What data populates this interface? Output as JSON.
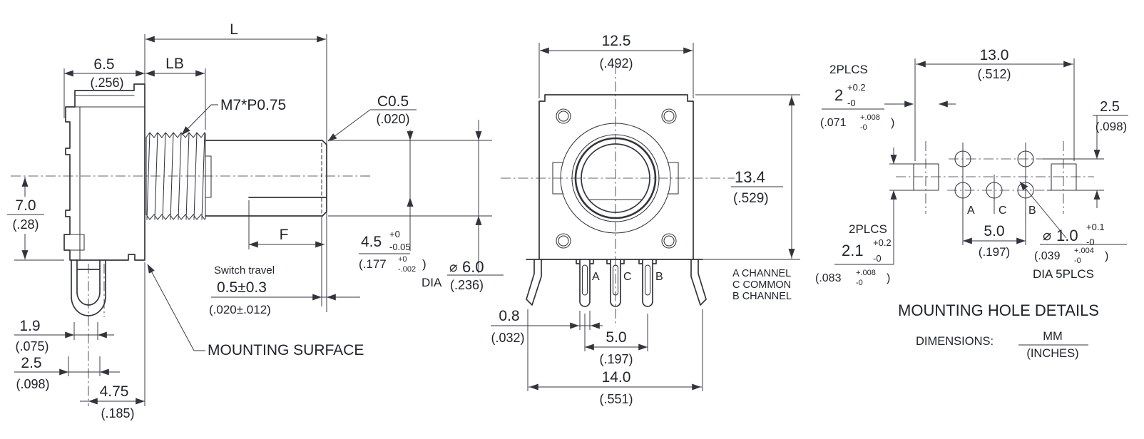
{
  "meta": {
    "background": "#ffffff",
    "line_color": "#32353c",
    "text_color": "#20242c"
  },
  "side": {
    "d65": {
      "mm": "6.5",
      "in": "(.256)"
    },
    "L": "L",
    "LB": "LB",
    "thread": "M7*P0.75",
    "c05": {
      "mm": "C0.5",
      "in": "(.020)"
    },
    "d70": {
      "mm": "7.0",
      "in": "(.28)"
    },
    "F": "F",
    "d45": {
      "mm": "4.5",
      "sup": "+0",
      "sub": "-0.05",
      "inch": "(.177",
      "isup": "+0",
      "isub": "-.002",
      "iclose": ")"
    },
    "dia6": {
      "prefix": "DIA",
      "sym": "⌀",
      "mm": "6.0",
      "in": "(.236)"
    },
    "travel": {
      "label": "Switch travel",
      "mm": "0.5±0.3",
      "in": "(.020±.012)"
    },
    "d19": {
      "mm": "1.9",
      "in": "(.075)"
    },
    "d25": {
      "mm": "2.5",
      "in": "(.098)"
    },
    "d475": {
      "mm": "4.75",
      "in": "(.185)"
    },
    "mount": "MOUNTING SURFACE"
  },
  "front": {
    "d125": {
      "mm": "12.5",
      "in": "(.492)"
    },
    "d134": {
      "mm": "13.4",
      "in": "(.529)"
    },
    "d08": {
      "mm": "0.8",
      "in": "(.032)"
    },
    "d50": {
      "mm": "5.0",
      "in": "(.197)"
    },
    "d140": {
      "mm": "14.0",
      "in": "(.551)"
    },
    "pinA": "A",
    "pinC": "C",
    "pinB": "B",
    "note1": "A CHANNEL",
    "note2": "C COMMON",
    "note3": "B CHANNEL"
  },
  "holes": {
    "d130": {
      "mm": "13.0",
      "in": "(.512)"
    },
    "slotw": {
      "plcs": "2PLCS",
      "mm": "2",
      "sup": "+0.2",
      "sub": "-0",
      "inch": "(.071",
      "isup": "+.008",
      "isub": "-0",
      "iclose": ")"
    },
    "d25": {
      "mm": "2.5",
      "in": "(.098)"
    },
    "sloth": {
      "plcs": "2PLCS",
      "mm": "2.1",
      "sup": "+0.2",
      "sub": "-0",
      "inch": "(.083",
      "isup": "+.008",
      "isub": "-0",
      "iclose": ")"
    },
    "d50": {
      "mm": "5.0",
      "in": "(.197)"
    },
    "dia1": {
      "sym": "⌀",
      "mm": "1.0",
      "sup": "+0.1",
      "sub": "-0",
      "inch": "(.039",
      "isup": "+.004",
      "isub": "-0",
      "iclose": ")",
      "note": "DIA 5PLCS"
    },
    "pinA": "A",
    "pinC": "C",
    "pinB": "B",
    "title": "MOUNTING HOLE DETAILS",
    "dims_label": "DIMENSIONS:",
    "mm": "MM",
    "inches": "(INCHES)"
  }
}
